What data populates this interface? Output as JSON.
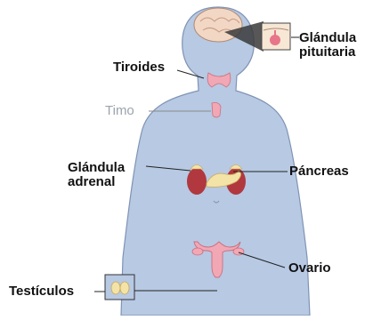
{
  "labels": {
    "pituitary_line1": "Glándula",
    "pituitary_line2": "pituitaria",
    "thyroid": "Tiroides",
    "thymus": "Timo",
    "adrenal_line1": "Glándula",
    "adrenal_line2": "adrenal",
    "pancreas": "Páncreas",
    "ovary": "Ovario",
    "testicles": "Testículos"
  },
  "colors": {
    "body_fill": "#b7c9e3",
    "body_outline": "#7f93b4",
    "brain": "#f2d7c4",
    "gland_pink": "#f2a8b4",
    "adrenal_red": "#b0383e",
    "pancreas": "#f3e3a6",
    "muted_label": "#9aa4ad",
    "text": "#111111"
  }
}
